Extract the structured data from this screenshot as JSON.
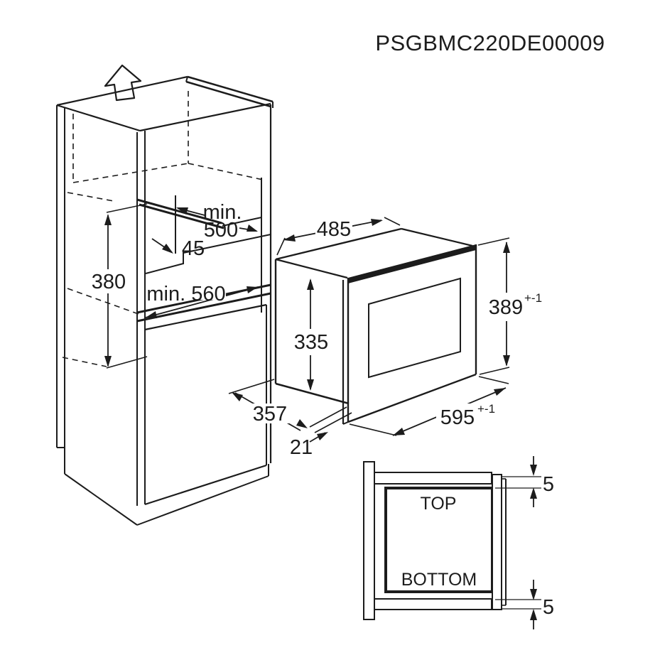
{
  "title": "PSGBMC220DE00009",
  "colors": {
    "line": "#1c1c1c",
    "background": "#ffffff"
  },
  "cabinet": {
    "niche_depth_prefix": "min.",
    "niche_depth": "500",
    "top_clearance": "45",
    "niche_height": "380",
    "niche_width": "min. 560"
  },
  "microwave": {
    "top_width": "485",
    "body_height": "335",
    "body_depth": "357",
    "frame_height": "389",
    "frame_height_tolerance": "+-1",
    "frame_width": "595",
    "frame_width_tolerance": "+-1",
    "frame_overlap": "21"
  },
  "section_view": {
    "top_label": "TOP",
    "bottom_label": "BOTTOM",
    "top_gap": "5",
    "bottom_gap": "5"
  },
  "icons": {
    "remove_shelf_direction": "up-arrow"
  }
}
